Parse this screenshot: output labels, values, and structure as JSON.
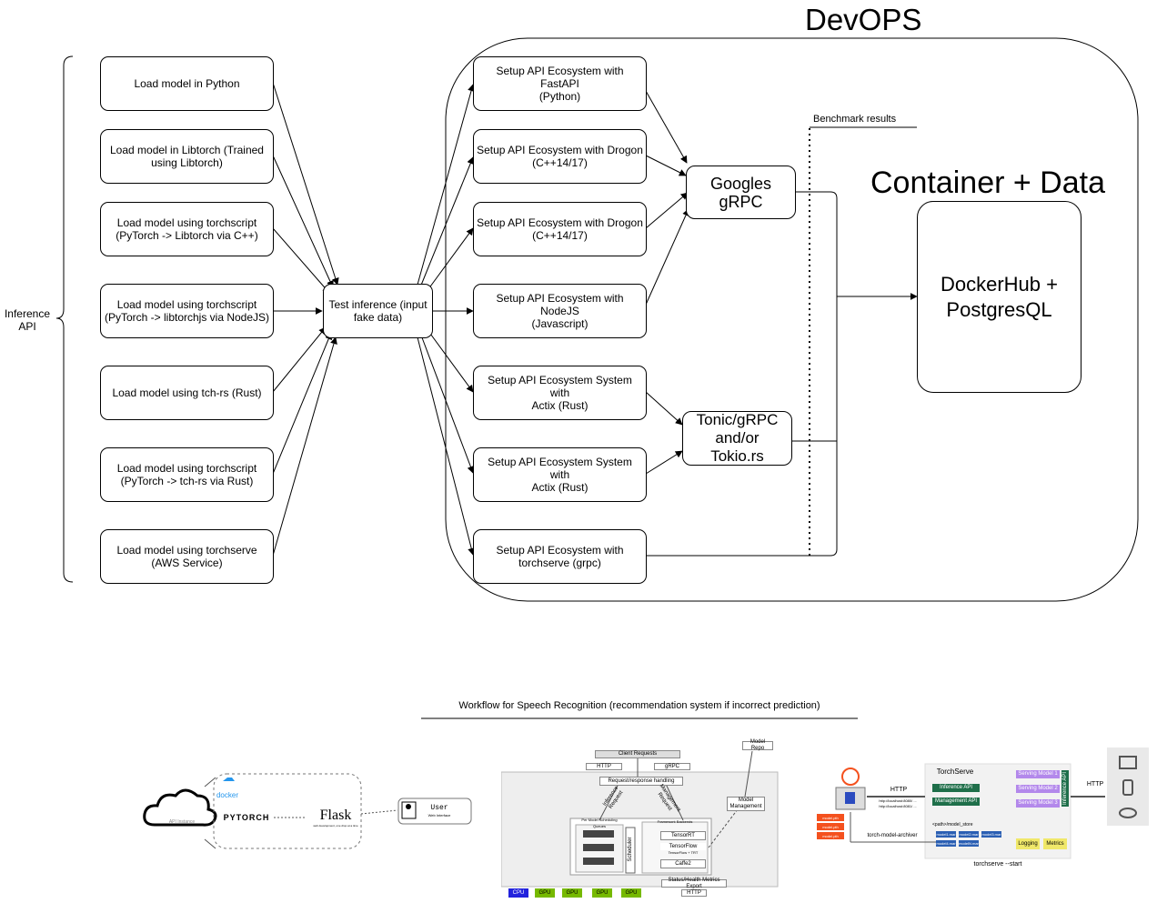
{
  "titles": {
    "devops": "DevOPS",
    "container": "Container  + Data",
    "benchmark": "Benchmark results",
    "inference_api": "Inference\nAPI",
    "workflow": "Workflow for Speech Recognition (recommendation system if incorrect prediction)"
  },
  "load_models": [
    "Load model in Python",
    "Load model in Libtorch (Trained\nusing Libtorch)",
    "Load model using torchscript\n(PyTorch -> Libtorch via C++)",
    "Load model using torchscript\n(PyTorch -> libtorchjs via NodeJS)",
    "Load model using tch-rs (Rust)",
    "Load model using torchscript\n(PyTorch -> tch-rs via Rust)",
    "Load model using torchserve\n(AWS Service)"
  ],
  "test_inference": "Test inference (input\nfake data)",
  "ecosystems": [
    "Setup API Ecosystem with FastAPI\n(Python)",
    "Setup API Ecosystem with Drogon\n(C++14/17)",
    "Setup API Ecosystem with Drogon\n(C++14/17)",
    "Setup API Ecosystem with NodeJS\n(Javascript)",
    "Setup API Ecosystem System with\nActix (Rust)",
    "Setup API Ecosystem System with\nActix (Rust)",
    "Setup API Ecosystem with\ntorchserve (grpc)"
  ],
  "grpc": "Googles\ngRPC",
  "tonic": "Tonic/gRPC\nand/or\nTokio.rs",
  "dockerhub": "DockerHub +\nPostgresQL",
  "thumb1": {
    "docker": "docker",
    "pytorch": "PYTORCH",
    "flask": "Flask",
    "flask_sub": "web development,\none drop at a time",
    "user": "User",
    "user_sub": "Web Interface",
    "cloud_label": "API Instance"
  },
  "thumb2": {
    "client_requests": "Client Requests",
    "http": "HTTP",
    "grpc": "gRPC",
    "model_repo": "Model Repo",
    "req_handling": "Request/response handling",
    "inference_req": "Inference Request",
    "model_mgmt_req": "Management Request",
    "model_mgmt": "Model\nManagement",
    "scheduling": "Per Model Scheduling Queues",
    "frameworks": "Framework Backends",
    "scheduler": "Scheduler",
    "tensorrt": "TensorRT",
    "tensorflow": "TensorFlow",
    "tensorflow_sub": "TensorFlow + TRT",
    "caffe2": "Caffe2",
    "status": "Status/Health Metrics Export",
    "http2": "HTTP",
    "cpu": "CPU",
    "gpu": "GPU"
  },
  "thumb3": {
    "torchserve": "TorchServe",
    "inference_api": "Inference API",
    "management_api": "Management API",
    "serving1": "Serving Model 1",
    "serving2": "Serving Model 2",
    "serving3": "Serving Model 3",
    "frontend": "Inference API",
    "http": "HTTP",
    "http2": "HTTP",
    "url1": "http://localhost:8080/ ...",
    "url2": "http://localhost:8081/ ...",
    "archiver": "torch-model-archiver",
    "model_store": "<path>/model_store",
    "mar1": "model1.mar",
    "mar2": "model2.mar",
    "mar3": "model3.mar",
    "mar4": "model4.mar",
    "mar5": "modelN.mar",
    "logging": "Logging",
    "metrics": "Metrics",
    "start": "torchserve --start",
    "model_file": "model.pth"
  },
  "colors": {
    "cpu": "#2222dd",
    "gpu": "#76b900",
    "docker": "#2496ed",
    "torchserve_green": "#1f6f4a",
    "serving_purple": "#b388eb",
    "orange": "#f4511e",
    "yellow": "#f0e86a"
  }
}
